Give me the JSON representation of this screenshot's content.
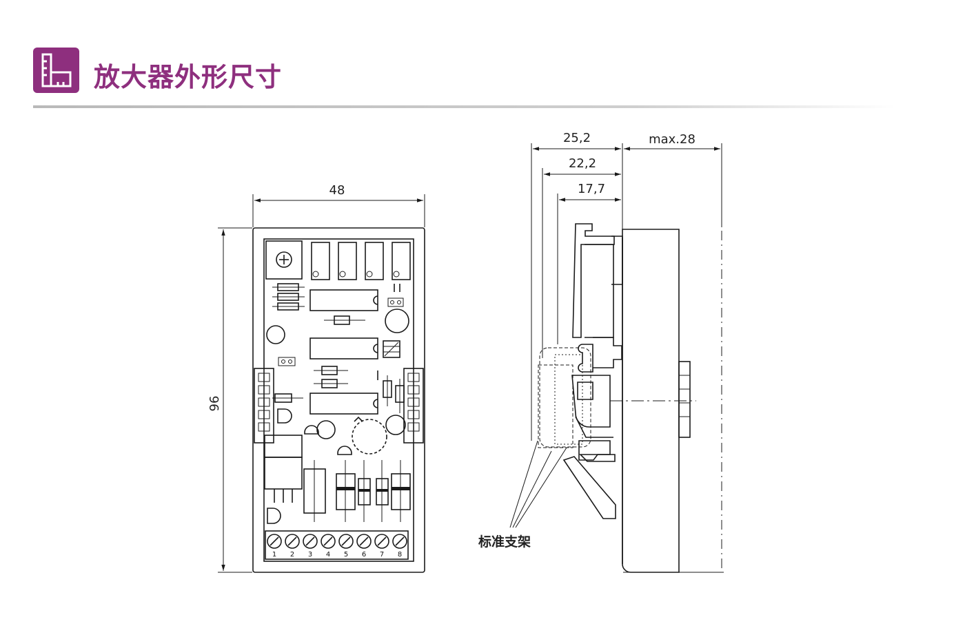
{
  "header": {
    "title": "放大器外形尺寸",
    "accent_color": "#8e2f7e",
    "icon_name": "dimension-icon"
  },
  "front_view": {
    "width_label": "48",
    "height_label": "96",
    "terminal_numbers": [
      "1",
      "2",
      "3",
      "4",
      "5",
      "6",
      "7",
      "8"
    ]
  },
  "side_view": {
    "dim_overall": "25,2",
    "dim_middle": "22,2",
    "dim_inner": "17,7",
    "dim_max": "max.28",
    "callout_label": "标准支架"
  }
}
